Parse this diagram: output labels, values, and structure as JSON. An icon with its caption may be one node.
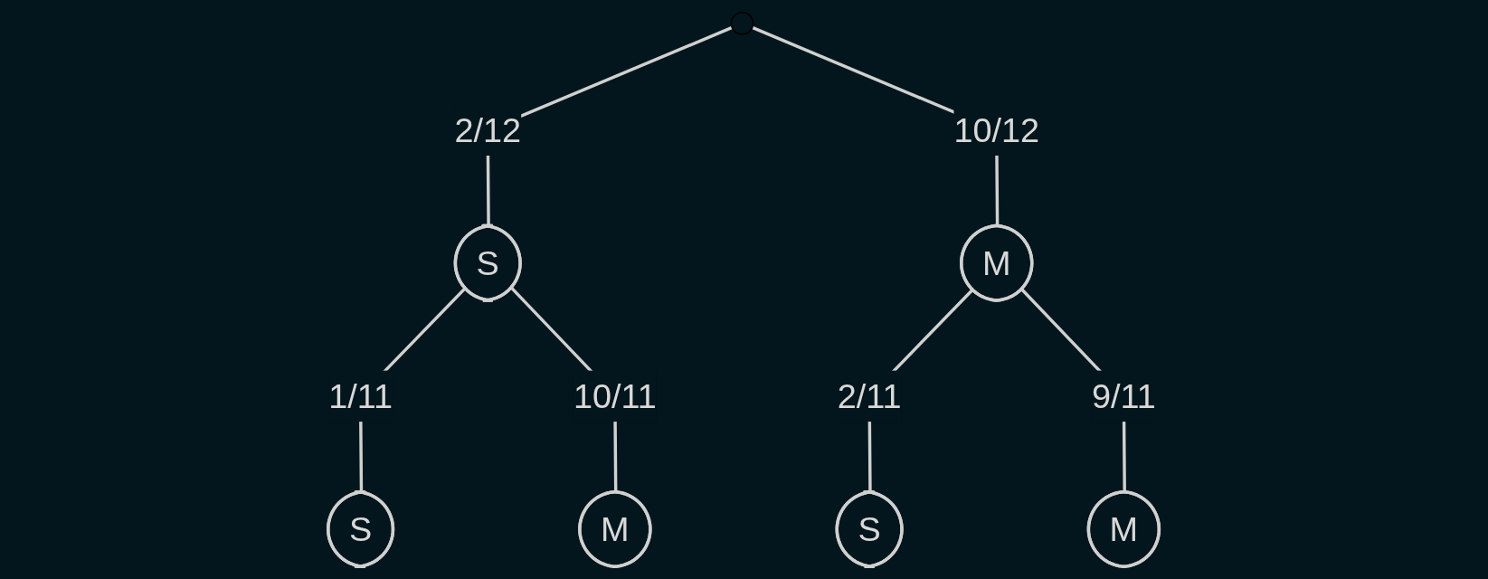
{
  "diagram": {
    "nodes": [
      {
        "text": [
          "S"
        ]
      },
      {
        "text": [
          "M"
        ]
      },
      {
        "text": [
          "S"
        ]
      },
      {
        "text": [
          "M"
        ]
      },
      {
        "text": [
          "S"
        ]
      },
      {
        "text": [
          "M"
        ]
      }
    ],
    "edges": [
      {
        "from": null,
        "to": 0,
        "arrow": "none",
        "label": "2/12"
      },
      {
        "from": null,
        "to": 1,
        "arrow": "none",
        "label": "10/12"
      },
      {
        "from": 0,
        "to": 2,
        "arrow": "none",
        "label": "1/11"
      },
      {
        "from": 0,
        "to": 3,
        "arrow": "none",
        "label": "10/11"
      },
      {
        "from": 1,
        "to": 4,
        "arrow": "none",
        "label": "2/11"
      },
      {
        "from": 1,
        "to": 5,
        "arrow": "none",
        "label": "9/11"
      }
    ]
  }
}
